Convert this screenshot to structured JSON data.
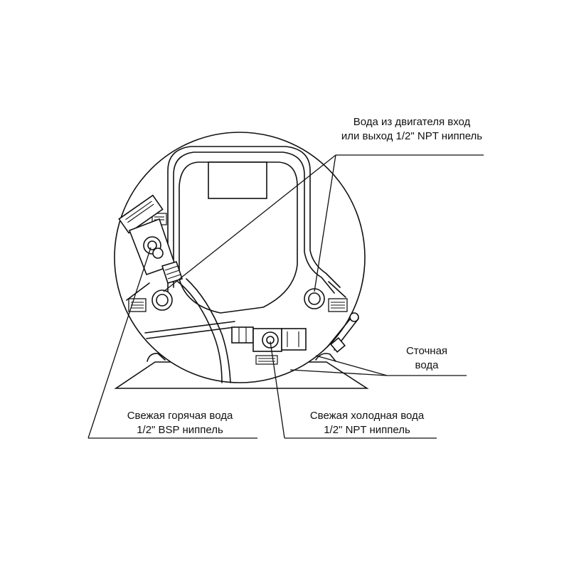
{
  "labels": {
    "engine_water": {
      "line1": "Вода из двигателя вход",
      "line2": "или выход 1/2\" NPT ниппель"
    },
    "drain": {
      "line1": "Сточная",
      "line2": "вода"
    },
    "hot_water": {
      "line1": "Свежая горячая вода",
      "line2": "1/2\" BSP ниппель"
    },
    "cold_water": {
      "line1": "Свежая холодная вода",
      "line2": "1/2\" NPT ниппель"
    }
  }
}
